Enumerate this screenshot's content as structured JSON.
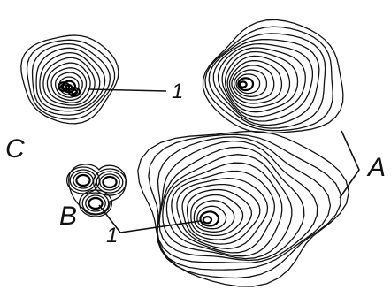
{
  "labels": {
    "a": "A",
    "b": "B",
    "c": "C",
    "marker_top": "1",
    "marker_bottom": "1"
  },
  "colors": {
    "ink": "#111111",
    "paper": "#ffffff"
  }
}
